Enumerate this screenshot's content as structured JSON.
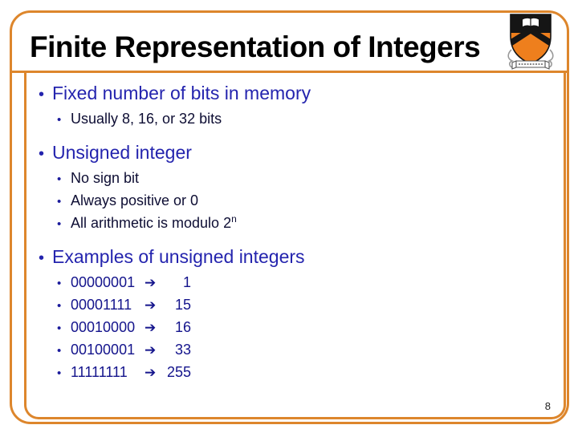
{
  "header": {
    "title": "Finite Representation of Integers"
  },
  "icons": {
    "bullet_glyph": "•",
    "arrow_glyph": "➔",
    "shield": "princeton-university-shield"
  },
  "colors": {
    "border_orange": "#DD862C",
    "heading_blue": "#2424AE",
    "example_navy": "#14148C",
    "body_text": "#0d0d33",
    "shield_orange": "#EE7F1D",
    "shield_black": "#151515"
  },
  "content": {
    "bullets": [
      {
        "label": "Fixed number of bits in memory",
        "subs": [
          {
            "text": "Usually 8, 16, or 32 bits"
          }
        ]
      },
      {
        "label": "Unsigned integer",
        "subs": [
          {
            "text": "No sign bit"
          },
          {
            "text": "Always positive or 0"
          },
          {
            "text": "All arithmetic is modulo 2",
            "sup": "n"
          }
        ]
      },
      {
        "label": "Examples of unsigned integers",
        "examples": [
          {
            "binary": "00000001",
            "value": "1"
          },
          {
            "binary": "00001111",
            "value": "15"
          },
          {
            "binary": "00010000",
            "value": "16"
          },
          {
            "binary": "00100001",
            "value": "33"
          },
          {
            "binary": "11111111",
            "value": "255"
          }
        ]
      }
    ]
  },
  "footer": {
    "page_number": "8"
  }
}
